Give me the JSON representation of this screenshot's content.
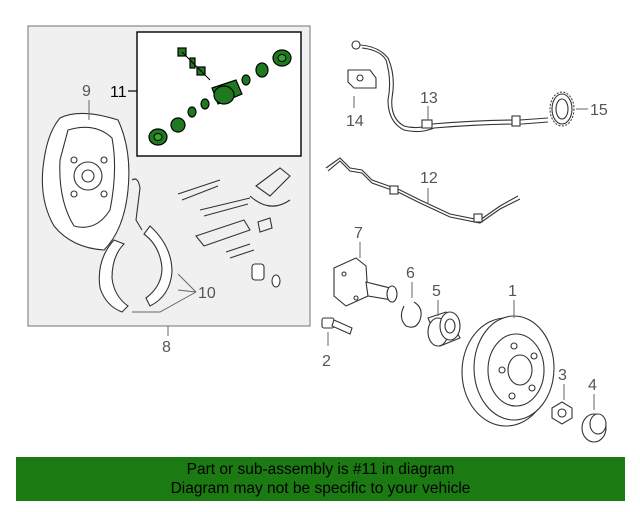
{
  "diagram": {
    "callouts": {
      "c1": "1",
      "c2": "2",
      "c3": "3",
      "c4": "4",
      "c5": "5",
      "c6": "6",
      "c7": "7",
      "c8": "8",
      "c9": "9",
      "c10": "10",
      "c11": "11",
      "c12": "12",
      "c13": "13",
      "c14": "14",
      "c15": "15"
    },
    "highlight_color": "#1f7a1f"
  },
  "banner": {
    "line1": "Part or sub-assembly is #11 in diagram",
    "line2": "Diagram may not be specific to your vehicle",
    "background": "#1b7a12"
  }
}
